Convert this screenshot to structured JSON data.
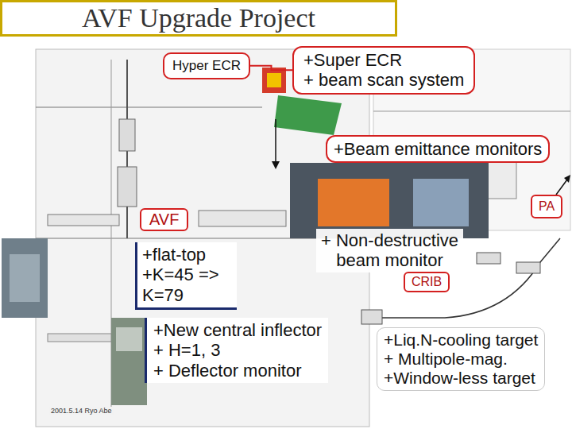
{
  "diagram": {
    "title": "AVF Upgrade Project",
    "nodes": [
      {
        "text": [
          "Hyper ECR"
        ]
      },
      {
        "text": [
          "+Super ECR",
          "+ beam scan system"
        ]
      },
      {
        "text": [
          "+Beam emittance monitors"
        ]
      },
      {
        "text": [
          "PA"
        ]
      },
      {
        "text": [
          "AVF"
        ]
      },
      {
        "text": [
          "+ Non-destructive",
          "beam monitor"
        ]
      },
      {
        "text": [
          "CRIB"
        ]
      },
      {
        "text": [
          "+flat-top",
          "+K=45 => K=79"
        ]
      },
      {
        "text": [
          "+New central inflector",
          "+ H=1, 3",
          "+ Deflector monitor"
        ]
      },
      {
        "text": [
          "+Liq.N-cooling target",
          "+ Multipole-mag.",
          "+Window-less target"
        ]
      }
    ],
    "edges": [
      {
        "from": 0,
        "to": 1,
        "arrow": "none"
      }
    ],
    "labels": [
      "2001.5.14 Ryo Abe"
    ]
  }
}
